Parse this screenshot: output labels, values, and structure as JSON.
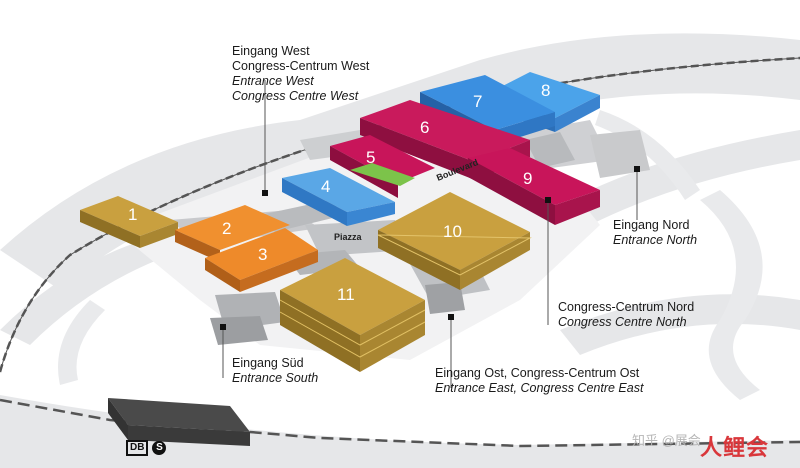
{
  "colors": {
    "hall_gold": "#c9a03f",
    "hall_orange": "#ef8b2d",
    "hall_blue": "#3d8fdc",
    "hall_magenta": "#c8155a",
    "hall_light_blue": "#57a5e3",
    "road": "#e2e3e5",
    "building_gray": "#bdbfc2",
    "rail": "#4a4a4a"
  },
  "halls": [
    {
      "id": "1",
      "label": "1",
      "color": "gold"
    },
    {
      "id": "2",
      "label": "2",
      "color": "orange"
    },
    {
      "id": "3",
      "label": "3",
      "color": "orange"
    },
    {
      "id": "4",
      "label": "4",
      "color": "light_blue"
    },
    {
      "id": "5",
      "label": "5",
      "color": "magenta"
    },
    {
      "id": "6",
      "label": "6",
      "color": "magenta"
    },
    {
      "id": "7",
      "label": "7",
      "color": "blue"
    },
    {
      "id": "8",
      "label": "8",
      "color": "blue"
    },
    {
      "id": "9",
      "label": "9",
      "color": "magenta"
    },
    {
      "id": "10",
      "label": "10",
      "color": "gold"
    },
    {
      "id": "11",
      "label": "11",
      "color": "gold"
    }
  ],
  "places": {
    "piazza": "Piazza",
    "boulevard": "Boulevard"
  },
  "entrances": {
    "west": {
      "line1": "Eingang West",
      "line2": "Congress-Centrum West",
      "line3": "Entrance West",
      "line4": "Congress Centre West"
    },
    "nord": {
      "line1": "Eingang Nord",
      "line2": "Entrance North"
    },
    "cc_nord": {
      "line1": "Congress-Centrum Nord",
      "line2": "Congress Centre North"
    },
    "sued": {
      "line1": "Eingang Süd",
      "line2": "Entrance South"
    },
    "ost": {
      "line1": "Eingang Ost, Congress-Centrum Ost",
      "line2": "Entrance East, Congress Centre East"
    }
  },
  "station": {
    "db": "DB",
    "s": "S"
  },
  "watermark": "知乎 @展会",
  "logo_text": "人鲤会"
}
